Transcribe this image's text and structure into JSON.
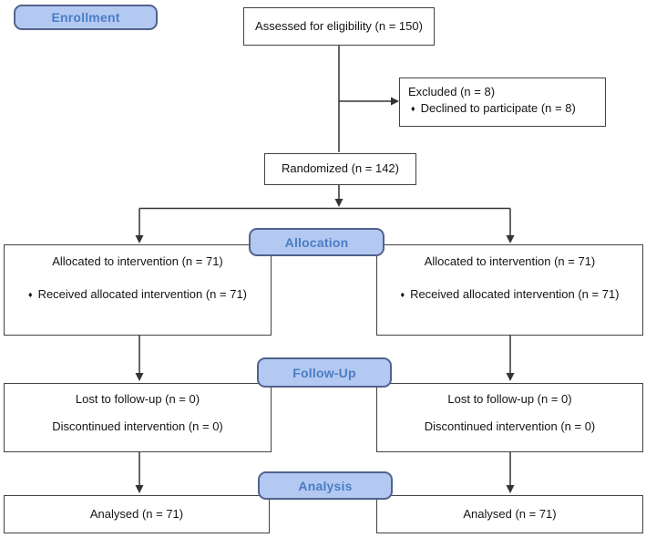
{
  "stages": {
    "enrollment": {
      "label": "Enrollment"
    },
    "allocation": {
      "label": "Allocation"
    },
    "followup": {
      "label": "Follow-Up"
    },
    "analysis": {
      "label": "Analysis"
    }
  },
  "bullet_char": "♦",
  "boxes": {
    "assessed": {
      "text": "Assessed for eligibility (n = 150)"
    },
    "excluded": {
      "title": "Excluded (n = 8)",
      "bullets": [
        "Declined to participate (n = 8)"
      ]
    },
    "randomized": {
      "text": "Randomized (n = 142)"
    },
    "allocation_left": {
      "title": "Allocated to intervention (n = 71)",
      "bullets": [
        "Received allocated intervention (n = 71)"
      ]
    },
    "allocation_right": {
      "title": "Allocated to intervention (n = 71)",
      "bullets": [
        "Received allocated intervention (n = 71)"
      ]
    },
    "followup_left": {
      "lines": [
        "Lost to follow-up (n = 0)",
        "Discontinued intervention (n = 0)"
      ]
    },
    "followup_right": {
      "lines": [
        "Lost to follow-up (n = 0)",
        "Discontinued intervention (n = 0)"
      ]
    },
    "analysis_left": {
      "text": "Analysed (n = 71)"
    },
    "analysis_right": {
      "text": "Analysed (n = 71)"
    }
  },
  "colors": {
    "stage_fill": "#b3c9f1",
    "stage_border": "#51628b",
    "stage_text": "#4b7cc4",
    "box_border": "#424242",
    "connector": "#333333"
  }
}
